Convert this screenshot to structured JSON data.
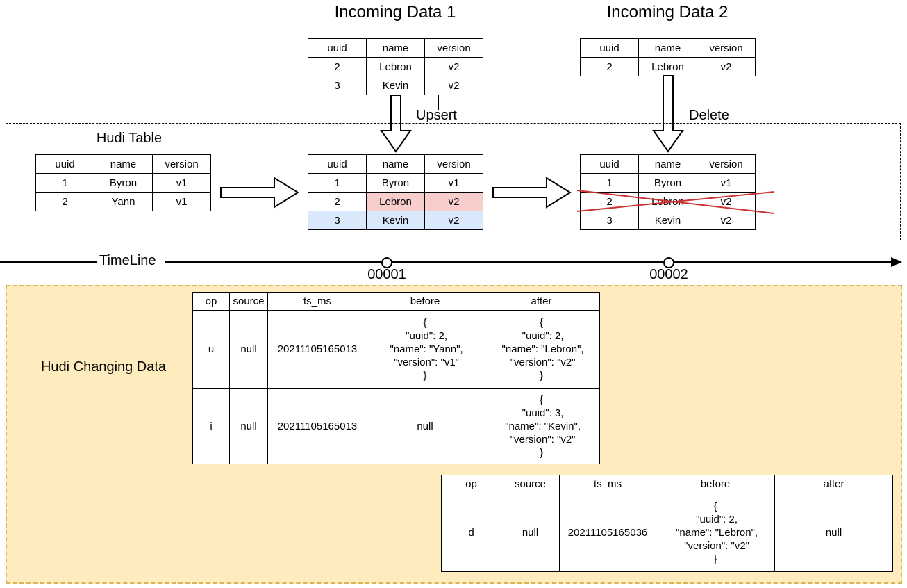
{
  "titles": {
    "incoming1": "Incoming Data 1",
    "incoming2": "Incoming Data 2"
  },
  "labels": {
    "upsert": "Upsert",
    "delete": "Delete",
    "hudi_table": "Hudi Table",
    "timeline": "TimeLine",
    "commit1": "00001",
    "commit2": "00002",
    "hudi_changing_data": "Hudi Changing Data"
  },
  "record_headers": [
    "uuid",
    "name",
    "version"
  ],
  "cdc_headers": [
    "op",
    "source",
    "ts_ms",
    "before",
    "after"
  ],
  "tables": {
    "incoming1": {
      "rows": [
        [
          "2",
          "Lebron",
          "v2"
        ],
        [
          "3",
          "Kevin",
          "v2"
        ]
      ]
    },
    "incoming2": {
      "rows": [
        [
          "2",
          "Lebron",
          "v2"
        ]
      ]
    },
    "hudi_before": {
      "rows": [
        [
          "1",
          "Byron",
          "v1"
        ],
        [
          "2",
          "Yann",
          "v1"
        ]
      ]
    },
    "hudi_after_upsert": {
      "rows": [
        [
          "1",
          "Byron",
          "v1"
        ],
        [
          "2",
          "Lebron",
          "v2"
        ],
        [
          "3",
          "Kevin",
          "v2"
        ]
      ],
      "cell_highlights": [
        [
          null,
          null,
          null
        ],
        [
          null,
          "pink",
          "pink"
        ],
        [
          "blue",
          "blue",
          "blue"
        ]
      ]
    },
    "hudi_after_delete": {
      "rows": [
        [
          "1",
          "Byron",
          "v1"
        ],
        [
          "2",
          "Lebron",
          "v2"
        ],
        [
          "3",
          "Kevin",
          "v2"
        ]
      ],
      "crossed_row": 1
    },
    "cdc1": {
      "rows": [
        [
          "u",
          "null",
          "20211105165013",
          "{\n \"uuid\": 2,\n \"name\": \"Yann\",\n \"version\": \"v1\"\n}",
          "{\n \"uuid\": 2,\n \"name\": \"Lebron\",\n \"version\": \"v2\"\n}"
        ],
        [
          "i",
          "null",
          "20211105165013",
          "null",
          "{\n \"uuid\": 3,\n \"name\": \"Kevin\",\n \"version\": \"v2\"\n}"
        ]
      ]
    },
    "cdc2": {
      "rows": [
        [
          "d",
          "null",
          "20211105165036",
          "{\n \"uuid\": 2,\n \"name\": \"Lebron\",\n \"version\": \"v2\"\n}",
          "null"
        ]
      ]
    }
  },
  "colors": {
    "updated_row_fill": "#f8cecc",
    "updated_row_border": "#b85450",
    "inserted_row_fill": "#dae8fc",
    "inserted_row_border": "#6c8ebf",
    "changing_data_fill": "#ffecbe",
    "changing_data_border": "#d6b656",
    "delete_cross": "#cc3333"
  }
}
